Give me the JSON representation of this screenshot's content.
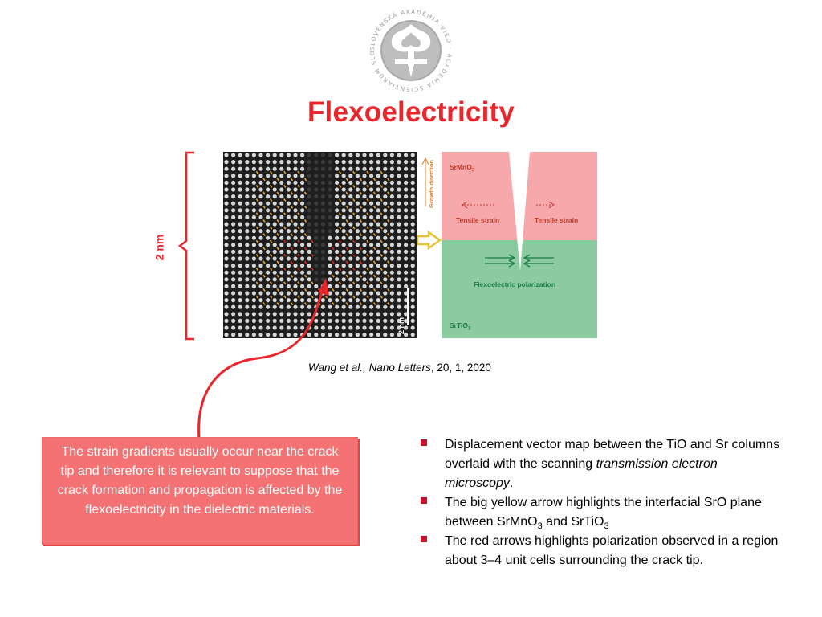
{
  "logo": {
    "icon": "academy-seal-icon",
    "ring_text": "SLOVENSKÁ AKADÉMIA VIED · ACADEMIA SCIENTIARUM SLOVACA",
    "color": "#b3b3b3"
  },
  "title": "Flexoelectricity",
  "scale": {
    "label": "2 nm"
  },
  "stem_image": {
    "scalebar_label": "2 nm"
  },
  "schematic": {
    "top_layer": "SrMnO",
    "top_layer_sub": "3",
    "bottom_layer": "SrTiO",
    "bottom_layer_sub": "3",
    "tensile_left": "Tensile strain",
    "tensile_right": "Tensile strain",
    "polarization": "Flexoelectric polarization",
    "growth": "Growth direction",
    "colors": {
      "top": "#f7a8aa",
      "bottom": "#8ccaa0",
      "yellow_arrow": "#e8c233"
    }
  },
  "citation": {
    "authors": "Wang et al.,",
    "journal": "Nano Letters",
    "details": ", 20, 1, 2020"
  },
  "callout": {
    "text": "The strain gradients usually occur near the crack tip and therefore it is relevant to suppose that the crack formation and propagation is affected by the flexoelectricity in the dielectric materials.",
    "color": "#f47273"
  },
  "bullets": [
    {
      "pre": "Displacement vector map between the TiO and Sr columns overlaid with the scanning ",
      "italic": "transmission electron microscopy",
      "post": "."
    },
    {
      "pre": " The big yellow arrow highlights the interfacial SrO plane between SrMnO",
      "sub1": "3",
      "mid": " and SrTiO",
      "sub2": "3"
    },
    {
      "pre": "The red arrows highlights polarization observed in a region about 3–4 unit cells surrounding the crack tip."
    }
  ],
  "accent_color": "#e8262b"
}
